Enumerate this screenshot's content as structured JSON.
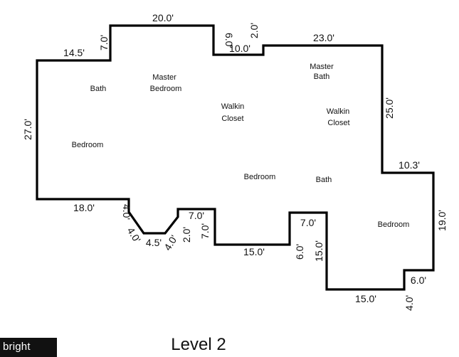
{
  "plan": {
    "title": "Level 2",
    "rooms": {
      "bath_left": "Bath",
      "master_bedroom_1": "Master",
      "master_bedroom_2": "Bedroom",
      "walkin_closet_left_1": "Walkin",
      "walkin_closet_left_2": "Closet",
      "master_bath_1": "Master",
      "master_bath_2": "Bath",
      "walkin_closet_right_1": "Walkin",
      "walkin_closet_right_2": "Closet",
      "bedroom_left": "Bedroom",
      "bedroom_center": "Bedroom",
      "bath_center": "Bath",
      "bedroom_right": "Bedroom"
    },
    "dimensions": {
      "top_20": "20.0'",
      "top_145": "14.5'",
      "left_7": "7.0'",
      "top_6": "6.0'",
      "top_10": "10.0'",
      "top_2": "2.0'",
      "top_23": "23.0'",
      "right_25": "25.0'",
      "right_103": "10.3'",
      "right_19": "19.0'",
      "right_6": "6.0'",
      "right_4": "4.0'",
      "bottom_15_right": "15.0'",
      "notch_15": "15.0'",
      "notch_7": "7.0'",
      "notch_6": "6.0'",
      "bottom_15_center": "15.0'",
      "center_7a": "7.0'",
      "center_7b": "7.0'",
      "center_2": "2.0'",
      "center_4": "4.0'",
      "bottom_45": "4.5'",
      "diag_4": "4.0'",
      "left_4": "4.0'",
      "bottom_18": "18.0'",
      "left_27": "27.0'"
    }
  },
  "watermark": {
    "logo_text": "bright"
  }
}
